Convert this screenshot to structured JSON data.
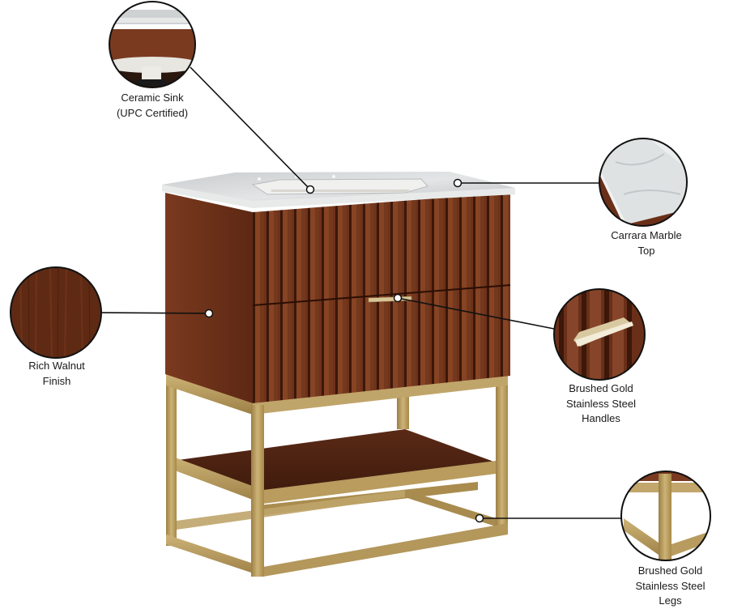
{
  "product": "Bathroom vanity with marble top, walnut fluted drawers, and gold steel base",
  "callouts": [
    {
      "id": "ceramic-sink",
      "lines": [
        "Ceramic Sink",
        "(UPC Certified)"
      ],
      "icon": "sink-detail"
    },
    {
      "id": "marble-top",
      "lines": [
        "Carrara Marble",
        "Top"
      ],
      "icon": "marble-detail"
    },
    {
      "id": "walnut-finish",
      "lines": [
        "Rich Walnut",
        "Finish"
      ],
      "icon": "wood-detail"
    },
    {
      "id": "gold-handles",
      "lines": [
        "Brushed Gold",
        "Stainless Steel",
        "Handles"
      ],
      "icon": "handle-detail"
    },
    {
      "id": "gold-legs",
      "lines": [
        "Brushed Gold",
        "Stainless Steel",
        "Legs"
      ],
      "icon": "legs-detail"
    }
  ],
  "colors": {
    "walnut": "#6b2f18",
    "walnut_dark": "#4a1e0e",
    "walnut_light": "#8a4426",
    "marble": "#dfe1e2",
    "gold": "#b89a5a",
    "gold_light": "#d2b87a",
    "line": "#111111"
  }
}
